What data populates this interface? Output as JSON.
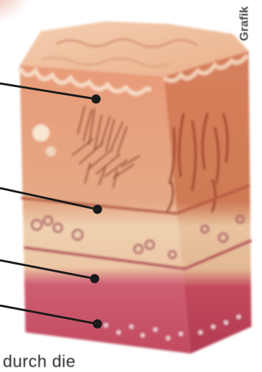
{
  "credit_text": "Grafik",
  "caption_text": "durch die",
  "colors": {
    "epidermis": "#e9a27c",
    "epidermis_top": "#f1c6a6",
    "dermis": "#e8b894",
    "dermis_side": "#c9623e",
    "subcutis": "#edcaa6",
    "muscle": "#c9566a",
    "bottom_layer": "#b8354c",
    "pointer": "#1a1a1a"
  },
  "pointers": [
    {
      "name": "pointer-epidermis"
    },
    {
      "name": "pointer-dermis"
    },
    {
      "name": "pointer-subcutis"
    },
    {
      "name": "pointer-fascia"
    }
  ]
}
